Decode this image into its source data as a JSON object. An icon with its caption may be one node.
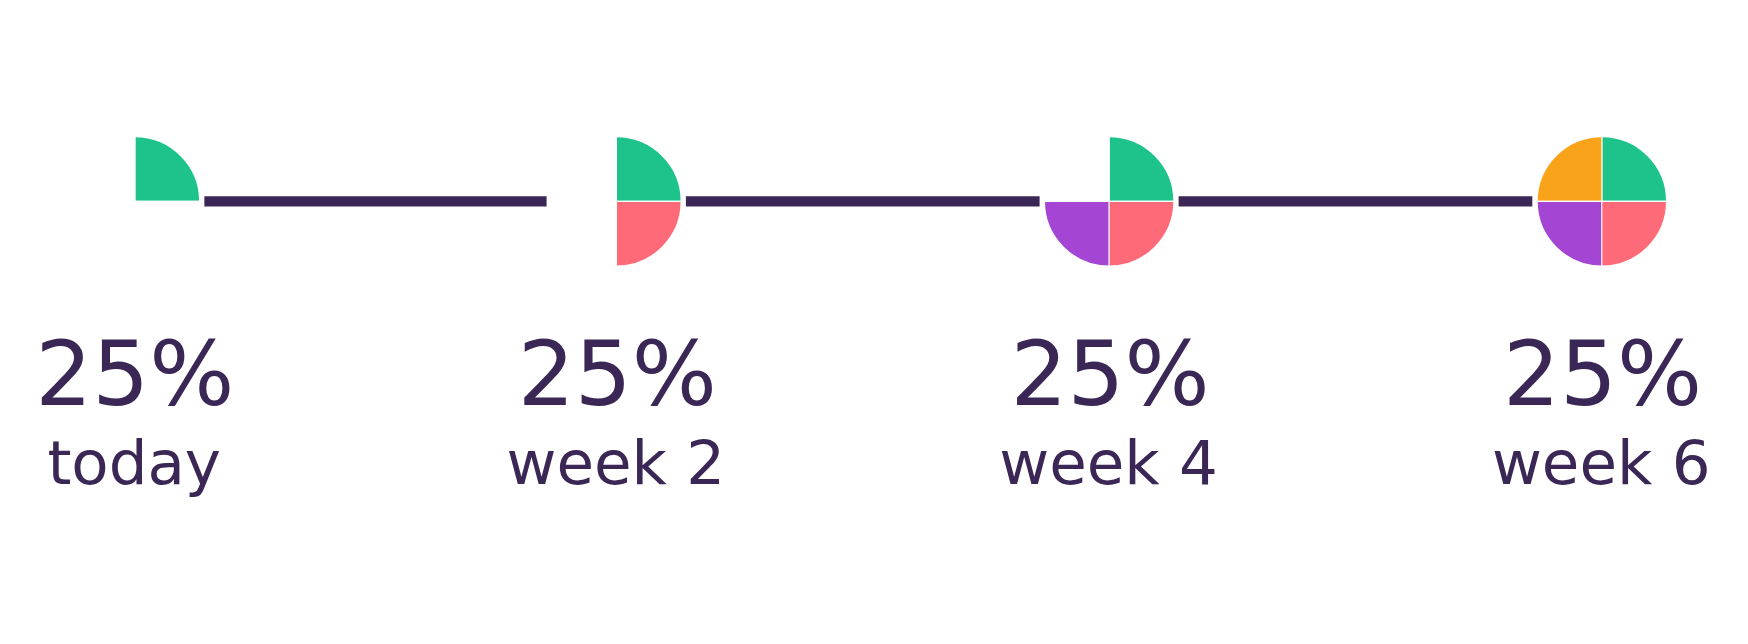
{
  "diagram": {
    "nodes": [
      {
        "text": [],
        "shape": "circle",
        "beside": [
          "25%",
          "today"
        ]
      },
      {
        "text": [],
        "shape": "circle",
        "beside": [
          "25%",
          "week 2"
        ]
      },
      {
        "text": [],
        "shape": "circle",
        "beside": [
          "25%",
          "week 4"
        ]
      },
      {
        "text": [],
        "shape": "circle",
        "beside": [
          "25%",
          "week 6"
        ]
      }
    ],
    "edges": [
      {
        "from": 0,
        "to": 1,
        "arrow": "none"
      },
      {
        "from": 1,
        "to": 2,
        "arrow": "none"
      },
      {
        "from": 2,
        "to": 3,
        "arrow": "none"
      }
    ]
  }
}
